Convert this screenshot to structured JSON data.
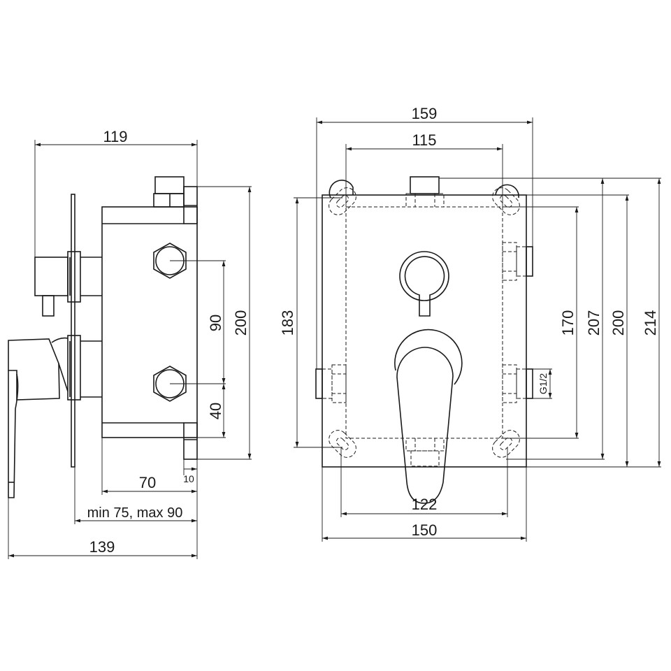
{
  "side_view": {
    "dim_top": "119",
    "dim_200": "200",
    "dim_90": "90",
    "dim_40": "40",
    "dim_70": "70",
    "dim_10": "10",
    "dim_depth": "min 75, max 90",
    "dim_total": "139"
  },
  "front_view": {
    "dim_159": "159",
    "dim_115": "115",
    "dim_183": "183",
    "dim_170": "170",
    "dim_207": "207",
    "dim_200": "200",
    "dim_214": "214",
    "dim_122": "122",
    "dim_150": "150",
    "thread": "G1/2"
  }
}
